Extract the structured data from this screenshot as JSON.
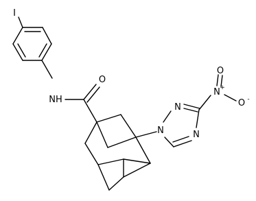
{
  "atom_labels": {
    "iodine": "I",
    "amide_nh": "NH",
    "carbonyl_o": "O",
    "triazole_n1": "N",
    "triazole_n2": "N",
    "triazole_n4": "N",
    "nitro_n": "N",
    "nitro_n_charge": "+",
    "nitro_o_top": "O",
    "nitro_o_right": "O",
    "nitro_o_right_charge": "-"
  }
}
